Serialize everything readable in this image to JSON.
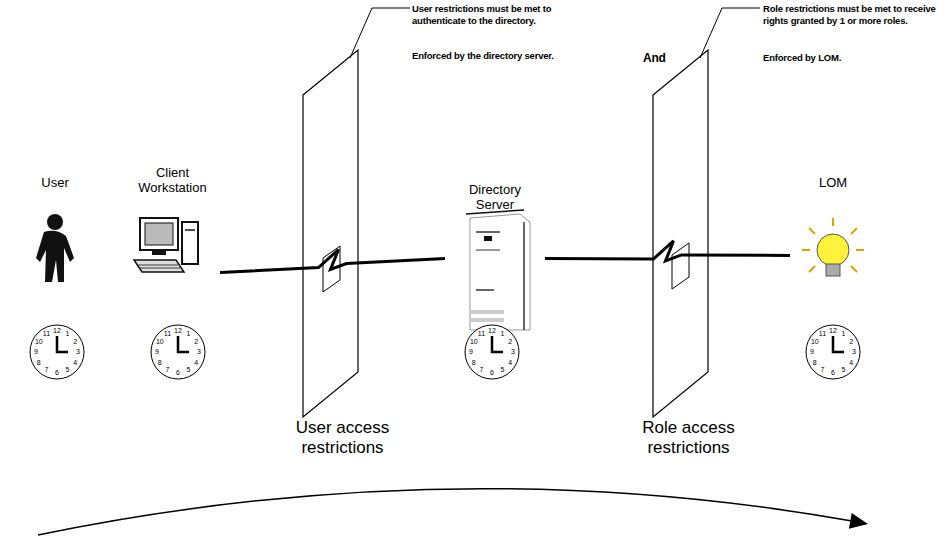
{
  "diagram": {
    "nodes": [
      {
        "text": [
          "User"
        ]
      },
      {
        "text": [
          "Client Workstation"
        ]
      },
      {
        "text": [
          "Directory Server"
        ]
      },
      {
        "text": [
          "LOM"
        ]
      }
    ],
    "edges": [
      {
        "from": 1,
        "to": 2,
        "arrow": "none"
      },
      {
        "from": 2,
        "to": 3,
        "arrow": "none"
      }
    ],
    "labels": [
      "User restrictions must be met to authenticate to the directory.",
      "Enforced by the directory server.",
      "And",
      "Role restrictions must be met to receive rights granted by 1 or more roles.",
      "Enforced by LOM.",
      "User access restrictions",
      "Role access restrictions",
      "12",
      "1",
      "2",
      "3",
      "4",
      "5",
      "6",
      "7",
      "8",
      "9",
      "10",
      "11",
      "12",
      "1",
      "2",
      "3",
      "4",
      "5",
      "6",
      "7",
      "8",
      "9",
      "10",
      "11",
      "12",
      "1",
      "2",
      "3",
      "4",
      "5",
      "6",
      "7",
      "8",
      "9",
      "10",
      "11",
      "12",
      "1",
      "2",
      "3",
      "4",
      "5",
      "6",
      "7",
      "8",
      "9",
      "10",
      "11"
    ]
  }
}
